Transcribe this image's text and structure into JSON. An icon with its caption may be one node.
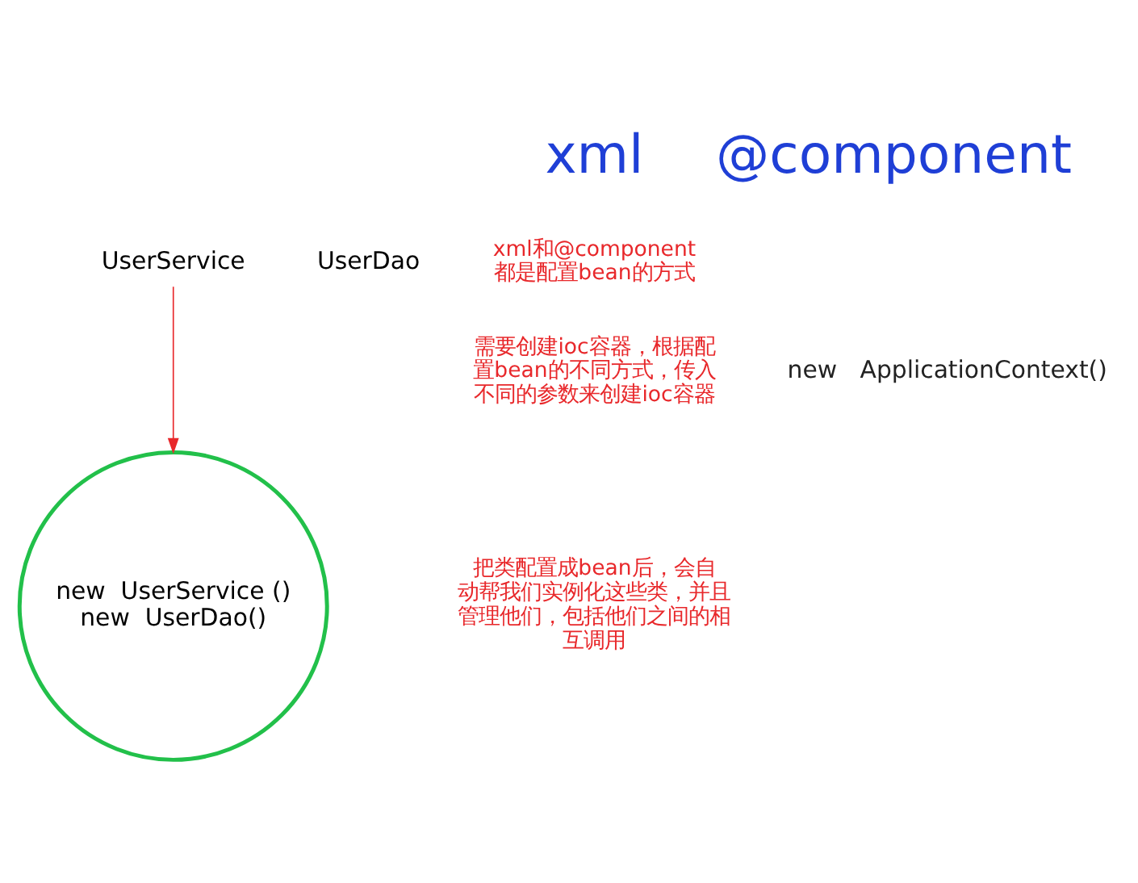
{
  "diagram": {
    "nodes": [
      {
        "text": [
          "UserService"
        ]
      },
      {
        "text": [
          "UserDao"
        ]
      },
      {
        "text": [
          "new  UserService ()",
          "new  UserDao()"
        ]
      }
    ],
    "edges": [
      {
        "from": 0,
        "to": 2,
        "arrow": "to",
        "color": "#e8282b"
      }
    ],
    "labels": [
      "xml",
      "@component",
      "xml和@component都是配置bean的方式",
      "new   ApplicationContext()",
      "需要创建ioc容器，根据配置bean的不同方式，传入不同的参数来创建ioc容器",
      "把类配置成bean后，会自动帮我们实例化这些类，并且管理他们，包括他们之间的相互调用"
    ]
  }
}
